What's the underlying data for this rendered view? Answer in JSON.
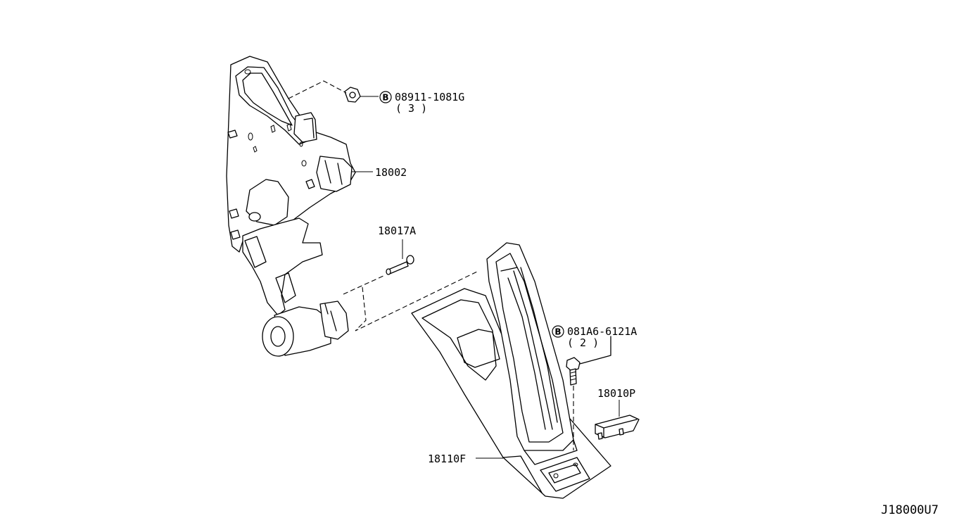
{
  "callouts": {
    "nut": {
      "marker": "B",
      "part_number": "08911-1081G",
      "qty": "( 3 )"
    },
    "bracket_assembly": {
      "part_number": "18002"
    },
    "pin": {
      "part_number": "18017A"
    },
    "bolt": {
      "marker": "B",
      "part_number": "081A6-6121A",
      "qty": "( 2 )"
    },
    "stopper": {
      "part_number": "18010P"
    },
    "pedal_assembly": {
      "part_number": "18110F"
    }
  },
  "diagram_code": "J18000U7",
  "colors": {
    "line": "#000000",
    "background": "#ffffff"
  }
}
